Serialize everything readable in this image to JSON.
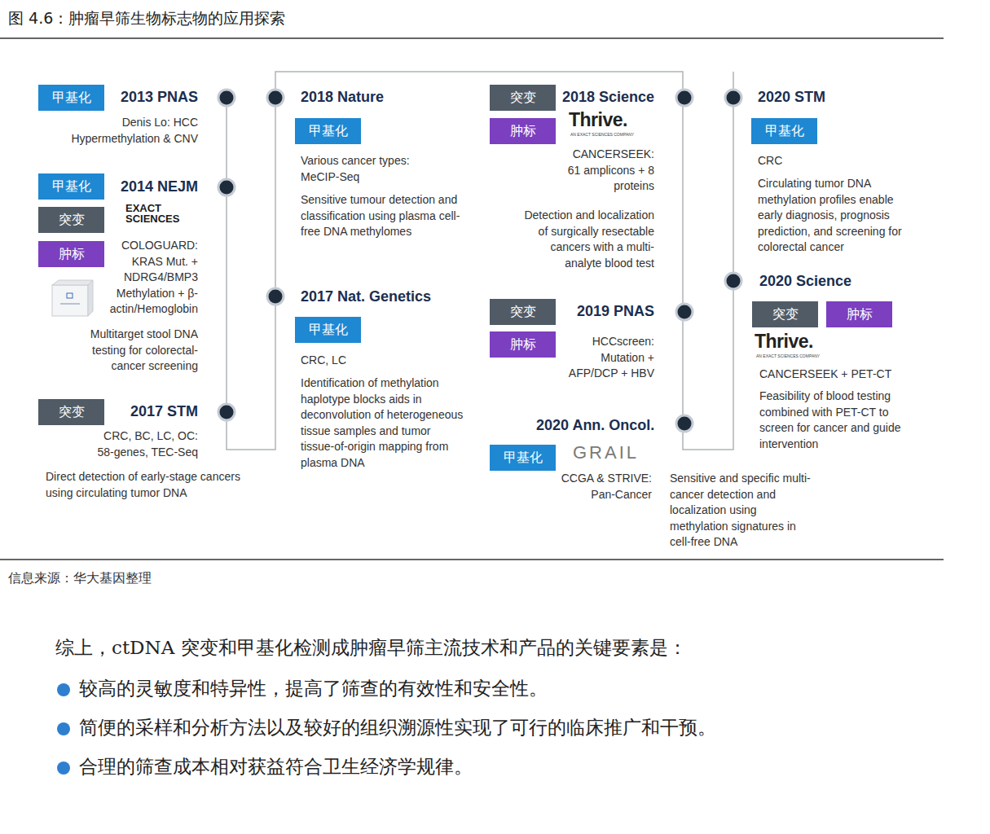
{
  "diagram": {
    "title": "图 4.6：肿瘤早筛生物标志物的应用探索",
    "caption": "信息来源：华大基因整理",
    "nodes": [
      {
        "text": [
          "甲基化"
        ]
      },
      {
        "text": [
          "甲基化"
        ]
      },
      {
        "text": [
          "突变"
        ]
      },
      {
        "text": [
          "肿标"
        ]
      },
      {
        "text": [
          "突变"
        ]
      },
      {
        "text": [
          "甲基化"
        ]
      },
      {
        "text": [
          "甲基化"
        ]
      },
      {
        "text": [
          "突变"
        ]
      },
      {
        "text": [
          "肿标"
        ]
      },
      {
        "text": [
          "突变"
        ]
      },
      {
        "text": [
          "肿标"
        ]
      },
      {
        "text": [
          "甲基化"
        ]
      },
      {
        "text": [
          "甲基化"
        ]
      },
      {
        "text": [
          "突变"
        ]
      },
      {
        "text": [
          "肿标"
        ]
      }
    ],
    "labels": [
      "2013 PNAS",
      "Denis Lo: HCC Hypermethylation & CNV",
      "2014 NEJM",
      "EXACT SCIENCES",
      "COLOGUARD: KRAS Mut. + NDRG4/BMP3 Methylation + β-actin/Hemoglobin",
      "Multitarget stool DNA testing for colorectal-cancer screening",
      "2017 STM",
      "CRC, BC, LC, OC: 58-genes, TEC-Seq",
      "Direct detection of early-stage cancers using circulating tumor DNA",
      "2018 Nature",
      "Various cancer types: MeCIP-Seq",
      "Sensitive tumour detection and classification using plasma cell-free DNA methylomes",
      "2017 Nat. Genetics",
      "CRC, LC",
      "Identification of methylation haplotype blocks aids in deconvolution of heterogeneous tissue samples and tumor tissue-of-origin mapping from plasma DNA",
      "2018 Science",
      "Thrive.",
      "AN EXACT SCIENCES COMPANY",
      "CANCERSEEK: 61 amplicons + 8 proteins",
      "Detection and localization of surgically resectable cancers with a multi-analyte blood test",
      "2019 PNAS",
      "HCCscreen: Mutation + AFP/DCP + HBV",
      "2020 Ann. Oncol.",
      "GRAIL",
      "CCGA & STRIVE: Pan-Cancer",
      "Sensitive and specific multi-cancer detection and localization using methylation signatures in cell-free DNA",
      "2020 STM",
      "CRC",
      "Circulating tumor DNA methylation profiles enable early diagnosis, prognosis prediction, and screening for colorectal cancer",
      "2020 Science",
      "Thrive.",
      "AN EXACT SCIENCES COMPANY",
      "CANCERSEEK + PET-CT",
      "Feasibility of blood testing combined with PET-CT to screen for cancer and guide intervention",
      "综上，ctDNA 突变和甲基化检测成肿瘤早筛主流技术和产品的关键要素是：",
      "较高的灵敏度和特异性，提高了筛查的有效性和安全性。",
      "简便的采样和分析方法以及较好的组织溯源性实现了可行的临床推广和干预。",
      "合理的筛查成本相对获益符合卫生经济学规律。"
    ]
  }
}
